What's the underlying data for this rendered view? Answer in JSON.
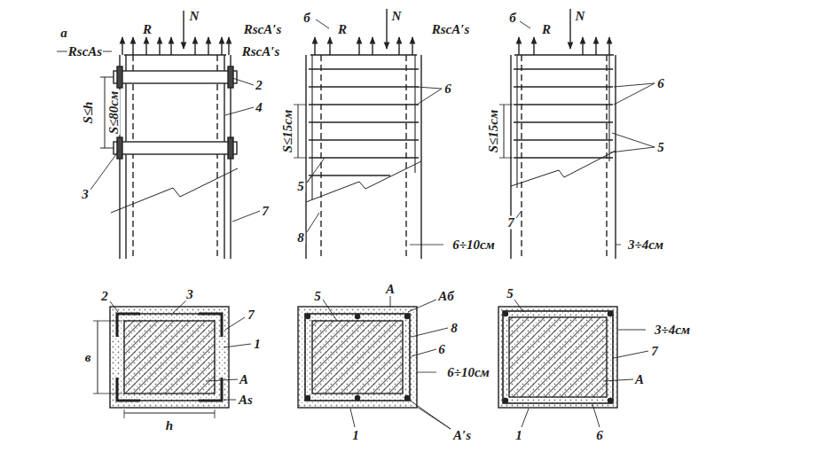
{
  "diagram": {
    "labels": [
      "а",
      "R",
      "N",
      "RscA′s",
      "RscAs",
      "RscA′s",
      "S≤h",
      "S≤80см",
      "2",
      "4",
      "3",
      "7",
      "2",
      "3",
      "7",
      "1",
      "A",
      "As",
      "в",
      "h",
      "б",
      "R",
      "N",
      "RscA′s",
      "6",
      "S≤15см",
      "5",
      "8",
      "6÷10см",
      "5",
      "A",
      "Aб",
      "8",
      "6",
      "6÷10см",
      "1",
      "A′s",
      "б",
      "R",
      "N",
      "6",
      "S≤15см",
      "5",
      "7",
      "3÷4см",
      "5",
      "3÷4см",
      "7",
      "A",
      "1",
      "6"
    ]
  }
}
